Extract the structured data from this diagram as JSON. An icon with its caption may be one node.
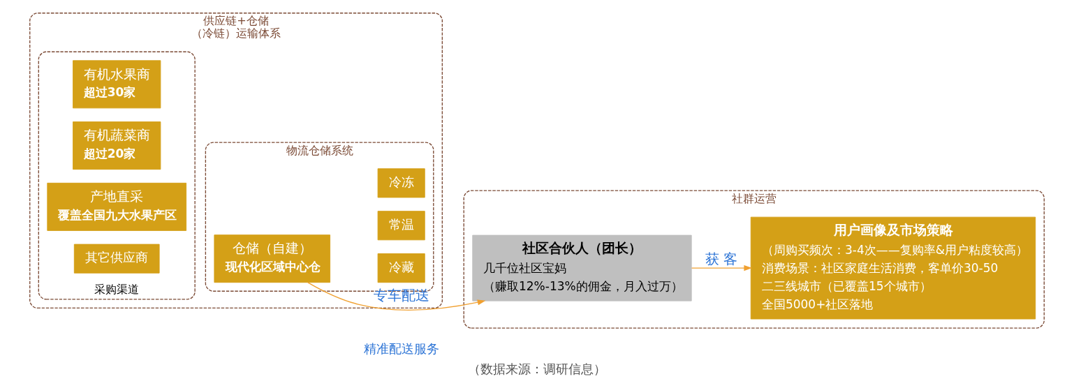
{
  "diagram": {
    "caption": "（数据来源：调研信息）",
    "nodes": [
      {
        "text": [
          "供应链+仓储",
          "（冷链）运输体系"
        ]
      },
      {
        "text": [
          "采购渠道"
        ],
        "in": 0
      },
      {
        "text": [
          "有机水果商",
          "超过30家"
        ],
        "in": 1
      },
      {
        "text": [
          "有机蔬菜商",
          "超过20家"
        ],
        "in": 1
      },
      {
        "text": [
          "产地直采",
          "覆盖全国九大水果产区"
        ],
        "in": 1
      },
      {
        "text": [
          "其它供应商"
        ],
        "in": 1
      },
      {
        "text": [
          "物流仓储系统"
        ],
        "in": 0
      },
      {
        "text": [
          "仓储（自建）",
          "现代化区域中心仓"
        ],
        "in": 6
      },
      {
        "text": [
          "常温"
        ],
        "in": 6
      },
      {
        "text": [
          "冷藏"
        ],
        "in": 6
      },
      {
        "text": [
          "冷冻"
        ],
        "in": 6
      },
      {
        "text": [
          "社群运营"
        ]
      },
      {
        "text": [
          "社区合伙人（团长）",
          "几千位社区宝妈",
          "（赚取12%-13%的佣金，月入过万）"
        ],
        "in": 11
      },
      {
        "text": [
          "用户画像及市场策略",
          "（周购买频次：3-4次——复购率&用户粘度较高）",
          "消费场景：社区家庭生活消费，客单价30-50",
          "二三线城市（已覆盖15个城市）",
          "全国5000+社区落地"
        ],
        "in": 11
      }
    ],
    "edges": [
      {
        "from": 7,
        "to": 12,
        "arrow": "to",
        "label": "专车配送"
      },
      {
        "from": 12,
        "to": 13,
        "arrow": "to",
        "label": "获 客"
      }
    ],
    "labels": [
      "精准配送服务"
    ]
  }
}
